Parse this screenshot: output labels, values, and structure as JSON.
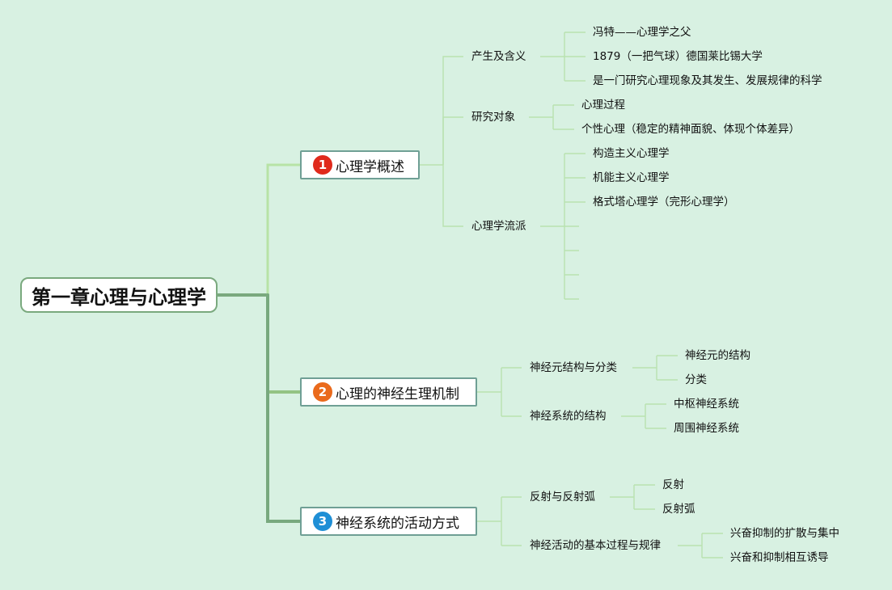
{
  "root": "第一章心理与心理学",
  "branches": [
    {
      "num": "1",
      "label": "心理学概述",
      "children": [
        {
          "label": "产生及含义",
          "children": [
            "冯特——心理学之父",
            "1879（一把气球）德国莱比锡大学",
            "是一门研究心理现象及其发生、发展规律的科学"
          ]
        },
        {
          "label": "研究对象",
          "children": [
            "心理过程",
            "个性心理（稳定的精神面貌、体现个体差异）"
          ]
        },
        {
          "label": "心理学流派",
          "children": [
            "构造主义心理学",
            "机能主义心理学",
            "格式塔心理学（完形心理学）",
            "",
            "",
            "",
            ""
          ]
        }
      ]
    },
    {
      "num": "2",
      "label": "心理的神经生理机制",
      "children": [
        {
          "label": "神经元结构与分类",
          "children": [
            "神经元的结构",
            "分类"
          ]
        },
        {
          "label": "神经系统的结构",
          "children": [
            "中枢神经系统",
            "周围神经系统"
          ]
        }
      ]
    },
    {
      "num": "3",
      "label": "神经系统的活动方式",
      "children": [
        {
          "label": "反射与反射弧",
          "children": [
            "反射",
            "反射弧"
          ]
        },
        {
          "label": "神经活动的基本过程与规律",
          "children": [
            "兴奋抑制的扩散与集中",
            "兴奋和抑制相互诱导"
          ]
        }
      ]
    }
  ],
  "colors": {
    "background": "#d8f1e2",
    "trunk": "#7aa97e",
    "branch1_line": "#b7e3a6",
    "branch2_line": "#93c383",
    "branch3_line": "#78a97e",
    "leaf_line": "#b9e2b0",
    "badge1": "#e02a1c",
    "badge2": "#ea6a1c",
    "badge3": "#1f8fd6"
  }
}
